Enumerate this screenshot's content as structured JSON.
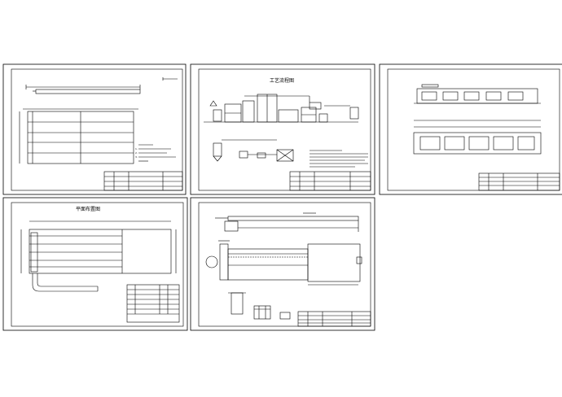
{
  "sheets": [
    {
      "id": "sheet-1",
      "title": "",
      "notes": [
        "1.",
        "2.",
        "3."
      ]
    },
    {
      "id": "sheet-2",
      "title": "工艺流程图",
      "notes": []
    },
    {
      "id": "sheet-3",
      "title": "",
      "notes": []
    },
    {
      "id": "sheet-4",
      "title": "平面布置图",
      "notes": []
    },
    {
      "id": "sheet-5",
      "title": "",
      "notes": []
    }
  ],
  "colors": {
    "line": "#000000",
    "background": "#ffffff"
  }
}
